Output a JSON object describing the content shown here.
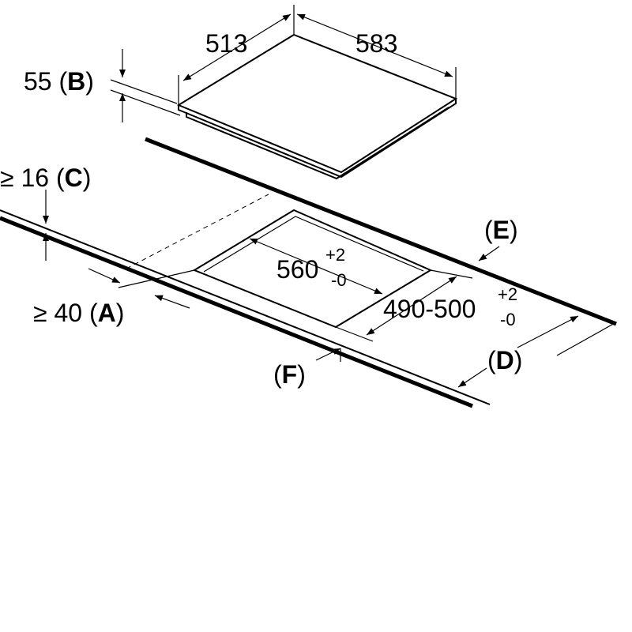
{
  "labels": {
    "hob_depth": "513",
    "hob_width": "583",
    "b_value": "55",
    "b_letter": "B",
    "c_prefix": "≥ 16",
    "c_letter": "C",
    "a_prefix": "≥ 40",
    "a_letter": "A",
    "e_letter": "E",
    "d_letter": "D",
    "f_letter": "F",
    "cutout_width": "560",
    "cutout_width_tol_plus": "+2",
    "cutout_width_tol_minus": "-0",
    "cutout_depth": "490-500",
    "cutout_depth_tol_plus": "+2",
    "cutout_depth_tol_minus": "-0"
  }
}
